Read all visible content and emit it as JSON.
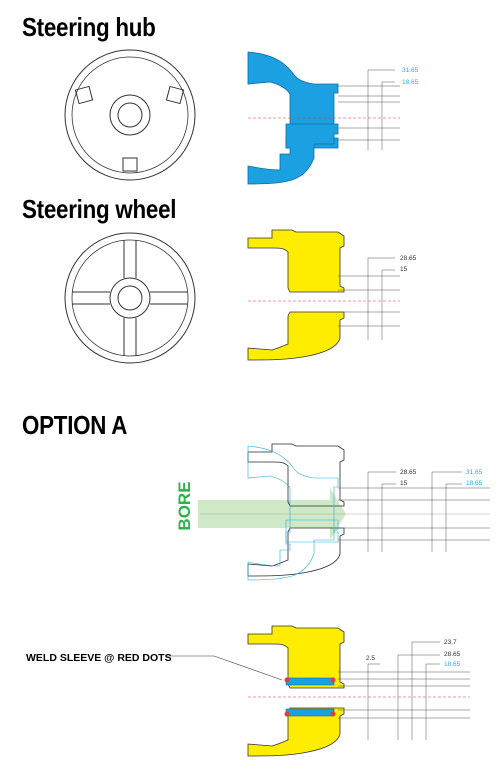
{
  "headings": {
    "hub": "Steering hub",
    "wheel": "Steering wheel",
    "option": "OPTION A"
  },
  "dimensions": {
    "hub": {
      "outer": "31.65",
      "inner": "18.65"
    },
    "wheel": {
      "outer": "28.65",
      "inner": "15"
    },
    "option_wheel": {
      "outer": "28.65",
      "inner": "15"
    },
    "option_hub": {
      "outer": "31.65",
      "inner": "18.65"
    },
    "sleeve": {
      "top": "23.7",
      "left": "2.5",
      "mid": "28.65",
      "inner": "18.65"
    }
  },
  "labels": {
    "bore": "BORE",
    "weld": "WELD SLEEVE @ RED DOTS"
  },
  "colors": {
    "hub_fill": "#1ba1e2",
    "wheel_fill": "#ffed00",
    "bore_green": "#2db34a",
    "bore_arrow": "#cfe9c8",
    "centerline": "#e8393d",
    "dim_blue": "#29abe2"
  }
}
